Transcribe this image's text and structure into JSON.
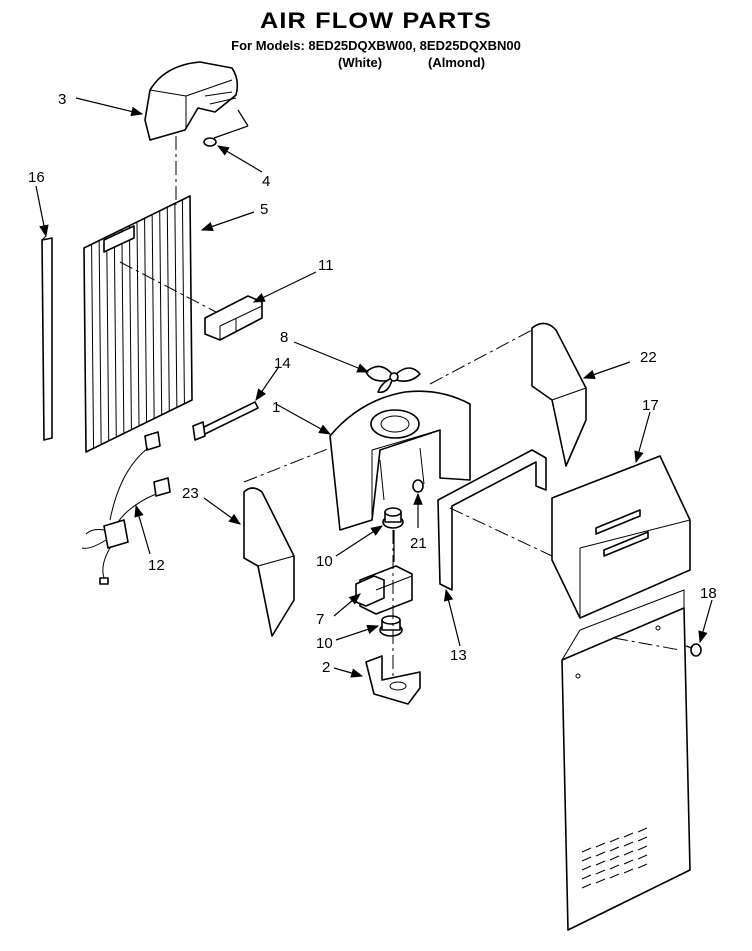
{
  "title": "AIR FLOW PARTS",
  "models_line": "For Models: 8ED25DQXBW00, 8ED25DQXBN00",
  "color_white": "(White)",
  "color_almond": "(Almond)",
  "callouts": {
    "p1": "1",
    "p2": "2",
    "p3": "3",
    "p4": "4",
    "p5": "5",
    "p7": "7",
    "p8": "8",
    "p10a": "10",
    "p10b": "10",
    "p11": "11",
    "p12": "12",
    "p13": "13",
    "p14": "14",
    "p16": "16",
    "p17": "17",
    "p18": "18",
    "p21": "21",
    "p22": "22",
    "p23": "23"
  }
}
